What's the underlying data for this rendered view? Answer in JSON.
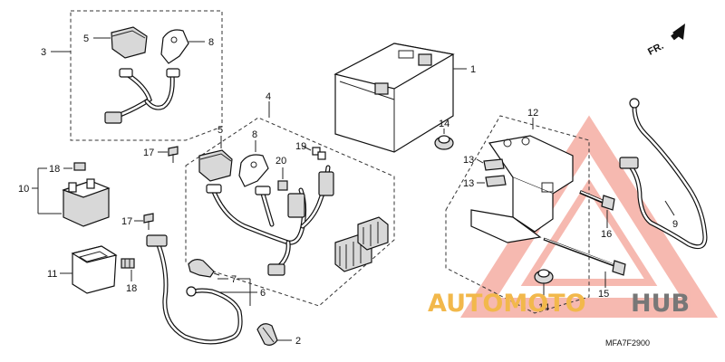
{
  "diagram": {
    "diagram_code": "MFA7F2900",
    "direction_label": "FR.",
    "callouts": {
      "c1": "1",
      "c2": "2",
      "c3": "3",
      "c4": "4",
      "c5a": "5",
      "c5b": "5",
      "c6": "6",
      "c7": "7",
      "c8a": "8",
      "c8b": "8",
      "c9": "9",
      "c10": "10",
      "c11": "11",
      "c12": "12",
      "c13a": "13",
      "c13b": "13",
      "c14a": "14",
      "c14b": "14",
      "c15": "15",
      "c16": "16",
      "c17a": "17",
      "c17b": "17",
      "c18a": "18",
      "c18b": "18",
      "c19": "19",
      "c20": "20"
    },
    "watermark": {
      "part1": "AUTOMOTO",
      "part2": "HUB",
      "color1": "#f2b84b",
      "color2": "#777777",
      "triangle_color": "#f08070"
    }
  }
}
